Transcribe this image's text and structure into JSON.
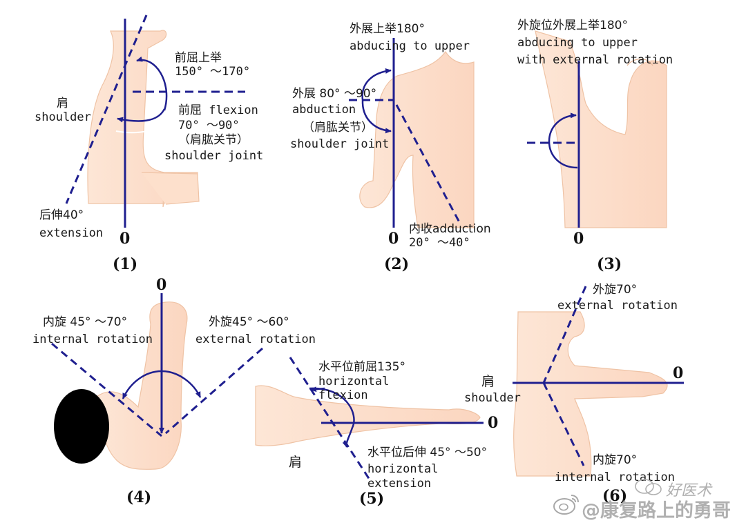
{
  "colors": {
    "line": "#1f1f8f",
    "skin": "#fde0cc",
    "skin_outline": "#e9b99a",
    "text": "#1a1a1a",
    "watermark": "#9a9a9a"
  },
  "panels": [
    {
      "id": "1",
      "caption": "(1)",
      "zero": "0",
      "labels": {
        "flexion_up_cn": "前屈上举",
        "flexion_up_deg": "150° ～170°",
        "shoulder_cn": "肩",
        "shoulder_en": "shoulder",
        "flexion_cn": "前屈 flexion",
        "flexion_deg": "70° ～90°",
        "joint_cn": "（肩肱关节）",
        "joint_en": "shoulder joint",
        "extension_cn": "后伸40°",
        "extension_en": "extension"
      }
    },
    {
      "id": "2",
      "caption": "(2)",
      "zero": "0",
      "labels": {
        "abduct_up_cn": "外展上举180°",
        "abduct_up_en": "abducing to upper",
        "abduction_cn": "外展 80° ～90°",
        "abduction_en": "abduction",
        "joint_cn": "（肩肱关节）",
        "joint_en": "shoulder joint",
        "adduction": "内收adduction",
        "adduction_deg": "20° ～40°"
      }
    },
    {
      "id": "3",
      "caption": "(3)",
      "zero": "0",
      "labels": {
        "title_cn": "外旋位外展上举180°",
        "title_en1": "abducing to upper",
        "title_en2": "with external rotation"
      }
    },
    {
      "id": "4",
      "caption": "(4)",
      "zero": "0",
      "labels": {
        "internal_cn": "内旋 45° ～70°",
        "internal_en": "internal rotation",
        "external_cn": "外旋45° ～60°",
        "external_en": "external rotation"
      }
    },
    {
      "id": "5",
      "caption": "(5)",
      "zero": "0",
      "labels": {
        "hflex_cn": "水平位前屈135°",
        "hflex_en1": "horizontal",
        "hflex_en2": "flexion",
        "shoulder_cn": "肩",
        "hext_cn": "水平位后伸 45° ～50°",
        "hext_en1": "horizontal",
        "hext_en2": "extension"
      }
    },
    {
      "id": "6",
      "caption": "(6)",
      "zero": "0",
      "labels": {
        "external_cn": "外旋70°",
        "external_en": "external rotation",
        "shoulder_cn": "肩",
        "shoulder_en": "shoulder",
        "internal_cn": "内旋70°",
        "internal_en": "internal rotation"
      }
    }
  ],
  "watermark": {
    "line1": "好医术",
    "line2": "@康复路上的勇哥"
  }
}
